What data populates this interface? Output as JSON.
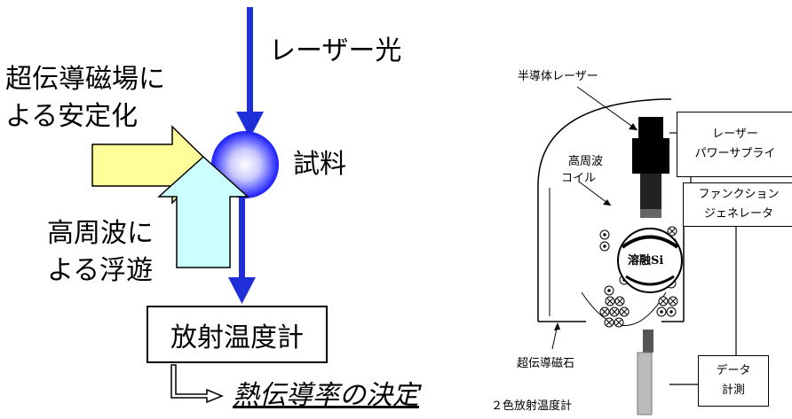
{
  "left": {
    "laser_label": "レーザー光",
    "sample_label": "試料",
    "magnet_label_line1": "超伝導磁場に",
    "magnet_label_line2": "よる安定化",
    "rf_label_line1": "高周波に",
    "rf_label_line2": "よる浮遊",
    "pyrometer_label": "放射温度計",
    "result_label": "熱伝導率の決定"
  },
  "right": {
    "semiconductor_laser": "半導体レーザー",
    "laser_power_supply_line1": "レーザー",
    "laser_power_supply_line2": "パワーサプライ",
    "rf_coil_line1": "高周波",
    "rf_coil_line2": "コイル",
    "function_gen_line1": "ファンクション",
    "function_gen_line2": "ジェネレータ",
    "molten_sample": "溶融Si",
    "superconducting_magnet": "超伝導磁石",
    "two_color_pyrometer": "２色放射温度計",
    "data_meas_line1": "データ",
    "data_meas_line2": "計測"
  },
  "colors": {
    "laser_arrow": "#1f2fd8",
    "yellow_arrow": "#ffff99",
    "cyan_arrow": "#ccffff",
    "sphere_center": "#ffffff",
    "sphere_edge": "#1a1aff"
  }
}
